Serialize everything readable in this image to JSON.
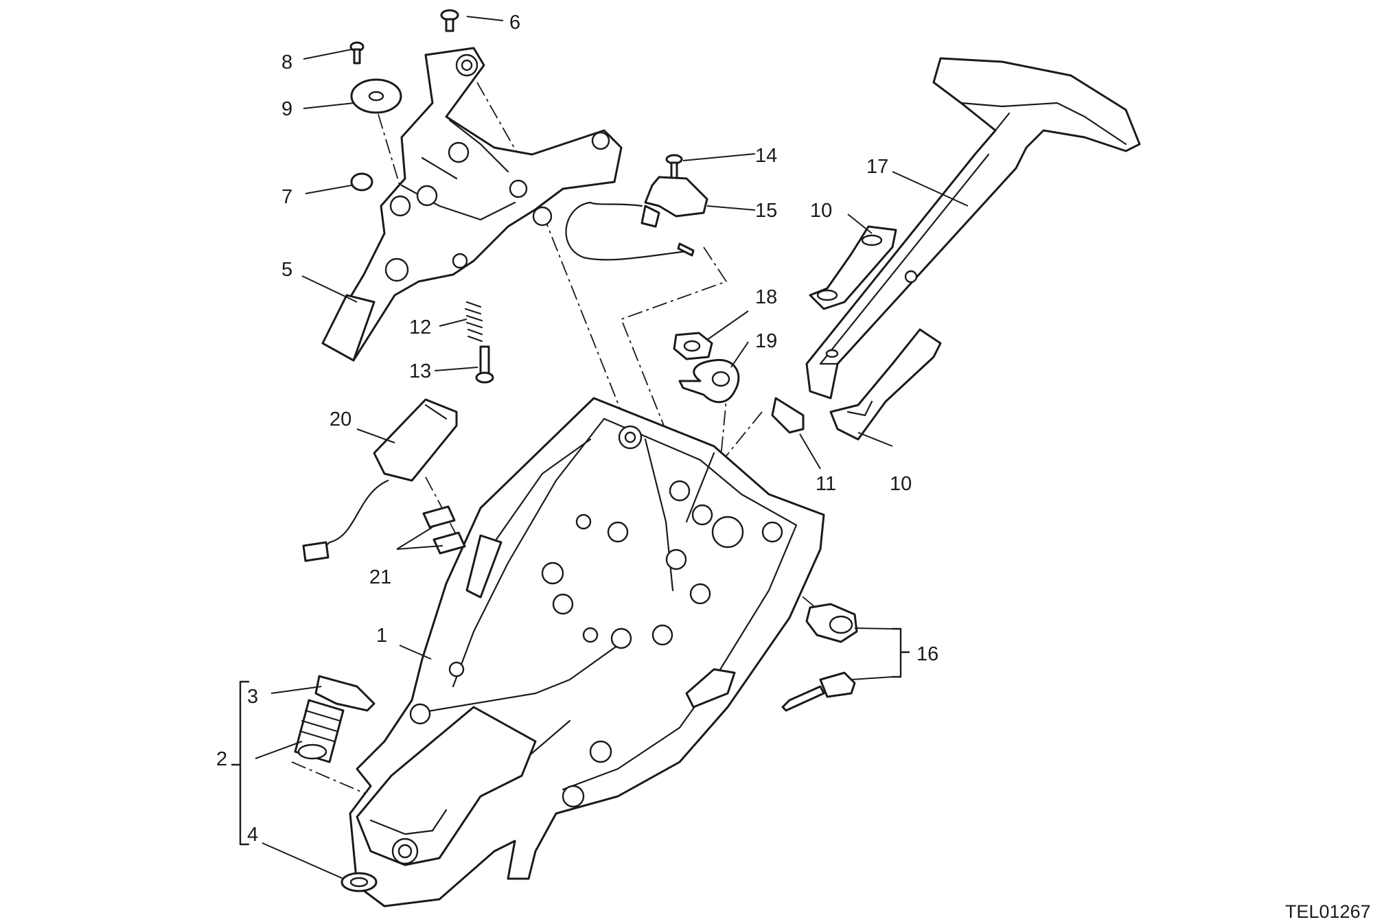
{
  "drawing_code": "TEL01267",
  "callouts": [
    {
      "id": "c1",
      "label": "1"
    },
    {
      "id": "c2",
      "label": "2"
    },
    {
      "id": "c3",
      "label": "3"
    },
    {
      "id": "c4",
      "label": "4"
    },
    {
      "id": "c5",
      "label": "5"
    },
    {
      "id": "c6",
      "label": "6"
    },
    {
      "id": "c7",
      "label": "7"
    },
    {
      "id": "c8",
      "label": "8"
    },
    {
      "id": "c9",
      "label": "9"
    },
    {
      "id": "c10a",
      "label": "10"
    },
    {
      "id": "c10b",
      "label": "10"
    },
    {
      "id": "c11",
      "label": "11"
    },
    {
      "id": "c12",
      "label": "12"
    },
    {
      "id": "c13",
      "label": "13"
    },
    {
      "id": "c14",
      "label": "14"
    },
    {
      "id": "c15",
      "label": "15"
    },
    {
      "id": "c16",
      "label": "16"
    },
    {
      "id": "c17",
      "label": "17"
    },
    {
      "id": "c18",
      "label": "18"
    },
    {
      "id": "c19",
      "label": "19"
    },
    {
      "id": "c20",
      "label": "20"
    },
    {
      "id": "c21",
      "label": "21"
    }
  ]
}
